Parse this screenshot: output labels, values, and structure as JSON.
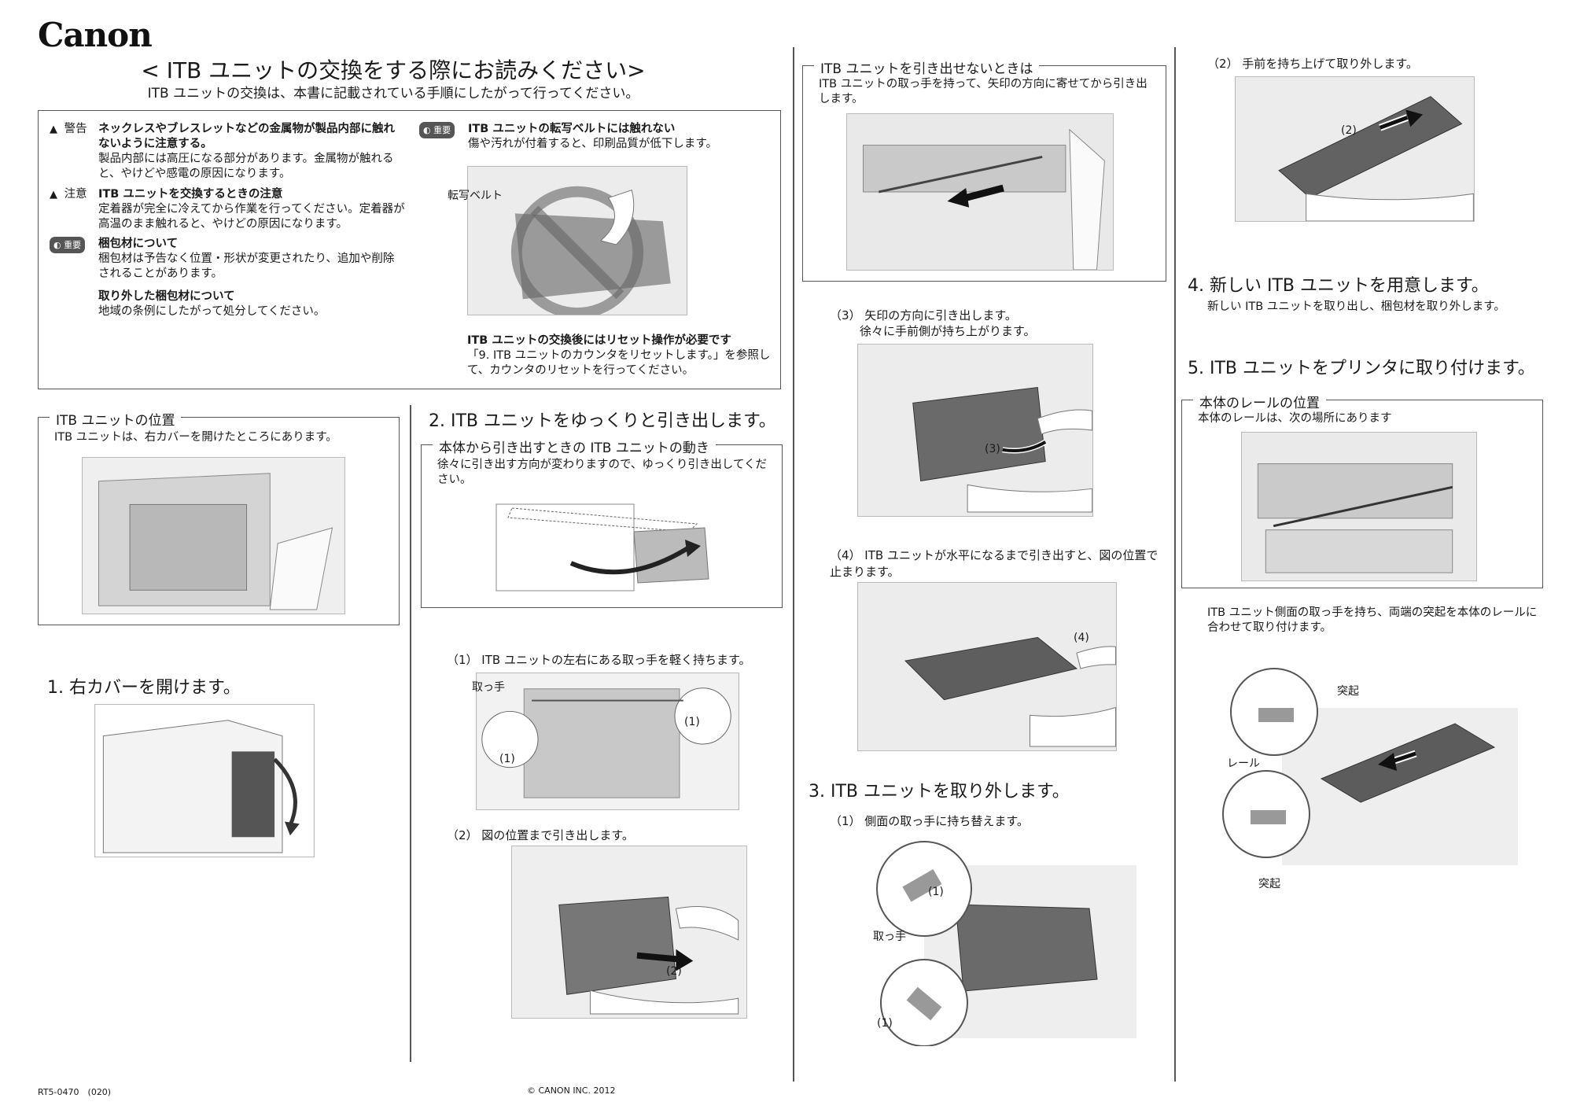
{
  "header": {
    "logo": "Canon",
    "title": "< ITB ユニットの交換をする際にお読みください>",
    "subtitle": "ITB ユニットの交換は、本書に記載されている手順にしたがって行ってください。"
  },
  "notice_box": {
    "warning_label": "警告",
    "warning_title": "ネックレスやブレスレットなどの金属物が製品内部に触れないように注意する。",
    "warning_text": "製品内部には高圧になる部分があります。金属物が触れると、やけどや感電の原因になります。",
    "caution_label": "注意",
    "caution_title": "ITB ユニットを交換するときの注意",
    "caution_text": "定着器が完全に冷えてから作業を行ってください。定着器が高温のまま触れると、やけどの原因になります。",
    "important_label": "重要",
    "packing_title": "梱包材について",
    "packing_text": "梱包材は予告なく位置・形状が変更されたり、追加や削除されることがあります。",
    "removed_title": "取り外した梱包材について",
    "removed_text": "地域の条例にしたがって処分してください。",
    "belt_title": "ITB ユニットの転写ベルトには触れない",
    "belt_text": "傷や汚れが付着すると、印刷品質が低下します。",
    "belt_callout": "転写ベルト",
    "reset_title": "ITB ユニットの交換後にはリセット操作が必要です",
    "reset_text": "「9. ITB ユニットのカウンタをリセットします。」を参照して、カウンタのリセットを行ってください。"
  },
  "location_box": {
    "label": "ITB ユニットの位置",
    "text": "ITB ユニットは、右カバーを開けたところにあります。"
  },
  "step1": {
    "heading": "1. 右カバーを開けます。"
  },
  "step2": {
    "heading": "2. ITB ユニットをゆっくりと引き出します。",
    "box_label": "本体から引き出すときの ITB ユニットの動き",
    "box_text": "徐々に引き出す方向が変わりますので、ゆっくり引き出してください。",
    "sub1": "（1） ITB ユニットの左右にある取っ手を軽く持ちます。",
    "sub1_handle": "取っ手",
    "sub1_n1": "(1)",
    "sub1_n2": "(1)",
    "sub2": "（2） 図の位置まで引き出します。",
    "sub2_n": "(2)"
  },
  "stuck_box": {
    "label": "ITB ユニットを引き出せないときは",
    "text": "ITB ユニットの取っ手を持って、矢印の方向に寄せてから引き出します。"
  },
  "col3": {
    "sub3": "（3） 矢印の方向に引き出します。",
    "sub3b": "徐々に手前側が持ち上がります。",
    "sub3_n": "(3)",
    "sub4": "（4） ITB ユニットが水平になるまで引き出すと、図の位置で止まります。",
    "sub4_n": "(4)",
    "step3_heading": "3. ITB ユニットを取り外します。",
    "step3_sub1": "（1） 側面の取っ手に持ち替えます。",
    "step3_n1": "(1)",
    "step3_n2": "(1)",
    "step3_handle": "取っ手"
  },
  "col4": {
    "sub2": "（2） 手前を持ち上げて取り外します。",
    "sub2_n": "2",
    "step4_heading": "4. 新しい ITB ユニットを用意します。",
    "step4_text": "新しい ITB ユニットを取り出し、梱包材を取り外します。",
    "step5_heading": "5. ITB ユニットをプリンタに取り付けます。",
    "rail_box_label": "本体のレールの位置",
    "rail_box_text": "本体のレールは、次の場所にあります",
    "install_text": "ITB ユニット側面の取っ手を持ち、両端の突起を本体のレールに合わせて取り付けます。",
    "callout_protrusion1": "突起",
    "callout_rail": "レール",
    "callout_protrusion2": "突起"
  },
  "footer": {
    "code": "RT5-0470　(020)",
    "copyright": "© CANON INC. 2012"
  }
}
